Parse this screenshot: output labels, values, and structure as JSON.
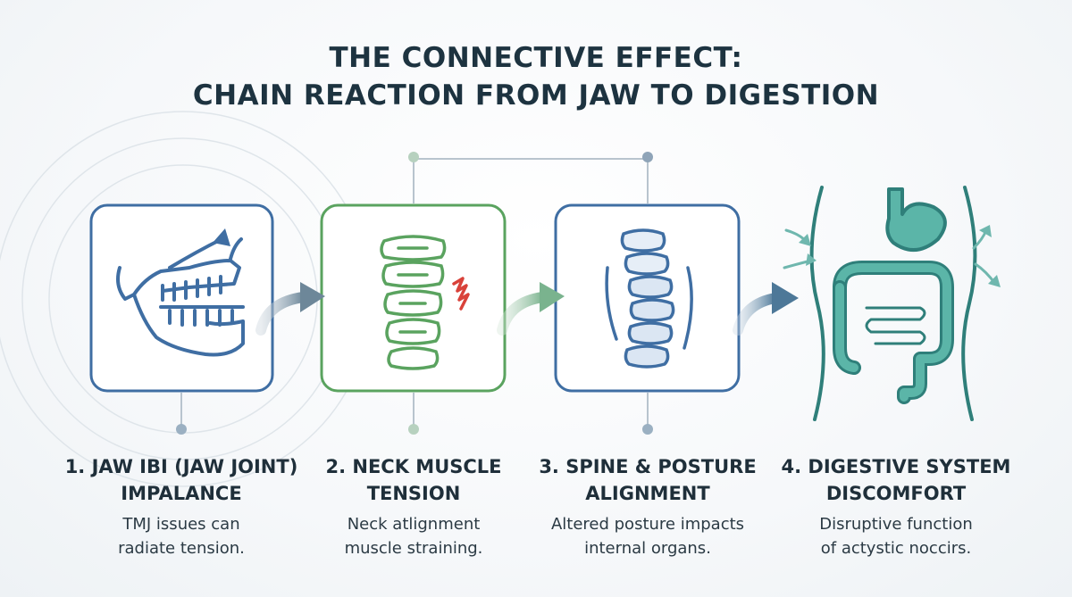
{
  "title": {
    "line1": "THE CONNECTIVE EFFECT:",
    "line2": "CHAIN REACTION FROM JAW TO DIGESTION"
  },
  "steps": [
    {
      "title_line1": "1. JAW IBI (JAW JOINT)",
      "title_line2": "IMPALANCE",
      "desc_line1": "TMJ issues can",
      "desc_line2": "radiate tension.",
      "icon": "jaw-icon",
      "accent": "#3f6ea3"
    },
    {
      "title_line1": "2. NECK MUSCLE",
      "title_line2": "TENSION",
      "desc_line1": "Neck atlignment",
      "desc_line2": "muscle straining.",
      "icon": "cervical-vertebrae-icon",
      "accent": "#5aa35f"
    },
    {
      "title_line1": "3. SPINE & POSTURE",
      "title_line2": "ALIGNMENT",
      "desc_line1": "Altered posture impacts",
      "desc_line2": "internal organs.",
      "icon": "spine-icon",
      "accent": "#3f6ea3"
    },
    {
      "title_line1": "4. DIGESTIVE SYSTEM",
      "title_line2": "DISCOMFORT",
      "desc_line1": "Disruptive function",
      "desc_line2": "of actystic noccirs.",
      "icon": "digestive-system-icon",
      "accent": "#2f9a8f"
    }
  ],
  "colors": {
    "title": "#1d3340",
    "blue": "#3f6ea3",
    "green": "#5aa35f",
    "teal": "#2f9a8f",
    "connector": "#a9b8c4",
    "tension": "#d9423a"
  }
}
